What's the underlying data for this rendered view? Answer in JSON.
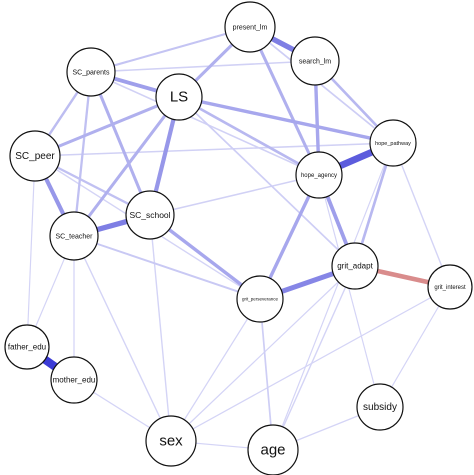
{
  "network": {
    "nodes": [
      {
        "id": "present_lm",
        "label": "present_lm"
      },
      {
        "id": "search_lm",
        "label": "search_lm"
      },
      {
        "id": "SC_parents",
        "label": "SC_parents"
      },
      {
        "id": "LS",
        "label": "LS"
      },
      {
        "id": "SC_peer",
        "label": "SC_peer"
      },
      {
        "id": "hope_pathway",
        "label": "hope_pathway"
      },
      {
        "id": "hope_agency",
        "label": "hope_agency"
      },
      {
        "id": "SC_teacher",
        "label": "SC_teacher"
      },
      {
        "id": "SC_school",
        "label": "SC_school"
      },
      {
        "id": "grit_adapt",
        "label": "grit_adapt"
      },
      {
        "id": "grit_interest",
        "label": "grit_interest"
      },
      {
        "id": "grit_perseverance",
        "label": "grit_perseverance"
      },
      {
        "id": "father_edu",
        "label": "father_edu"
      },
      {
        "id": "mother_edu",
        "label": "mother_edu"
      },
      {
        "id": "subsidy",
        "label": "subsidy"
      },
      {
        "id": "sex",
        "label": "sex"
      },
      {
        "id": "age",
        "label": "age"
      }
    ],
    "edges": [
      {
        "source": "father_edu",
        "target": "mother_edu",
        "weight": 1.0,
        "sign": "positive"
      },
      {
        "source": "hope_pathway",
        "target": "hope_agency",
        "weight": 0.8,
        "sign": "positive"
      },
      {
        "source": "present_lm",
        "target": "search_lm",
        "weight": 0.6,
        "sign": "positive"
      },
      {
        "source": "SC_teacher",
        "target": "SC_school",
        "weight": 0.6,
        "sign": "positive"
      },
      {
        "source": "grit_adapt",
        "target": "grit_perseverance",
        "weight": 0.55,
        "sign": "positive"
      },
      {
        "source": "grit_adapt",
        "target": "grit_interest",
        "weight": 0.5,
        "sign": "negative"
      },
      {
        "source": "SC_peer",
        "target": "SC_teacher",
        "weight": 0.45,
        "sign": "positive"
      },
      {
        "source": "LS",
        "target": "SC_school",
        "weight": 0.45,
        "sign": "positive"
      },
      {
        "source": "SC_parents",
        "target": "LS",
        "weight": 0.4,
        "sign": "positive"
      },
      {
        "source": "hope_agency",
        "target": "grit_adapt",
        "weight": 0.4,
        "sign": "positive"
      },
      {
        "source": "search_lm",
        "target": "hope_agency",
        "weight": 0.35,
        "sign": "positive"
      },
      {
        "source": "LS",
        "target": "hope_pathway",
        "weight": 0.35,
        "sign": "positive"
      },
      {
        "source": "hope_agency",
        "target": "grit_perseverance",
        "weight": 0.35,
        "sign": "positive"
      },
      {
        "source": "SC_school",
        "target": "grit_perseverance",
        "weight": 0.35,
        "sign": "positive"
      },
      {
        "source": "LS",
        "target": "SC_peer",
        "weight": 0.3,
        "sign": "positive"
      },
      {
        "source": "SC_parents",
        "target": "SC_school",
        "weight": 0.3,
        "sign": "positive"
      },
      {
        "source": "LS",
        "target": "SC_teacher",
        "weight": 0.3,
        "sign": "positive"
      },
      {
        "source": "present_lm",
        "target": "LS",
        "weight": 0.3,
        "sign": "positive"
      },
      {
        "source": "present_lm",
        "target": "hope_agency",
        "weight": 0.3,
        "sign": "positive"
      },
      {
        "source": "search_lm",
        "target": "hope_pathway",
        "weight": 0.25,
        "sign": "positive"
      },
      {
        "source": "hope_pathway",
        "target": "grit_adapt",
        "weight": 0.25,
        "sign": "positive"
      },
      {
        "source": "LS",
        "target": "hope_agency",
        "weight": 0.25,
        "sign": "positive"
      },
      {
        "source": "SC_parents",
        "target": "SC_peer",
        "weight": 0.22,
        "sign": "positive"
      },
      {
        "source": "SC_parents",
        "target": "SC_teacher",
        "weight": 0.2,
        "sign": "positive"
      },
      {
        "source": "SC_peer",
        "target": "SC_school",
        "weight": 0.2,
        "sign": "positive"
      },
      {
        "source": "present_lm",
        "target": "SC_parents",
        "weight": 0.18,
        "sign": "positive"
      },
      {
        "source": "SC_teacher",
        "target": "grit_perseverance",
        "weight": 0.15,
        "sign": "positive"
      },
      {
        "source": "grit_perseverance",
        "target": "age",
        "weight": 0.12,
        "sign": "positive"
      },
      {
        "source": "SC_teacher",
        "target": "sex",
        "weight": 0.08,
        "sign": "positive"
      },
      {
        "source": "SC_school",
        "target": "sex",
        "weight": 0.08,
        "sign": "positive"
      },
      {
        "source": "grit_adapt",
        "target": "sex",
        "weight": 0.06,
        "sign": "positive"
      },
      {
        "source": "grit_interest",
        "target": "sex",
        "weight": 0.06,
        "sign": "positive"
      },
      {
        "source": "grit_adapt",
        "target": "age",
        "weight": 0.08,
        "sign": "positive"
      },
      {
        "source": "hope_agency",
        "target": "subsidy",
        "weight": 0.05,
        "sign": "positive"
      },
      {
        "source": "mother_edu",
        "target": "sex",
        "weight": 0.06,
        "sign": "positive"
      },
      {
        "source": "mother_edu",
        "target": "SC_teacher",
        "weight": 0.06,
        "sign": "positive"
      },
      {
        "source": "father_edu",
        "target": "SC_peer",
        "weight": 0.05,
        "sign": "positive"
      },
      {
        "source": "subsidy",
        "target": "age",
        "weight": 0.06,
        "sign": "positive"
      },
      {
        "source": "sex",
        "target": "age",
        "weight": 0.05,
        "sign": "positive"
      },
      {
        "source": "SC_peer",
        "target": "grit_perseverance",
        "weight": 0.08,
        "sign": "positive"
      },
      {
        "source": "SC_parents",
        "target": "hope_agency",
        "weight": 0.1,
        "sign": "positive"
      },
      {
        "source": "present_lm",
        "target": "hope_pathway",
        "weight": 0.12,
        "sign": "positive"
      },
      {
        "source": "search_lm",
        "target": "SC_parents",
        "weight": 0.1,
        "sign": "positive"
      },
      {
        "source": "SC_peer",
        "target": "hope_pathway",
        "weight": 0.1,
        "sign": "positive"
      },
      {
        "source": "hope_pathway",
        "target": "grit_interest",
        "weight": 0.08,
        "sign": "positive"
      },
      {
        "source": "LS",
        "target": "grit_adapt",
        "weight": 0.12,
        "sign": "positive"
      },
      {
        "source": "SC_school",
        "target": "hope_agency",
        "weight": 0.1,
        "sign": "positive"
      },
      {
        "source": "grit_perseverance",
        "target": "sex",
        "weight": 0.06,
        "sign": "positive"
      },
      {
        "source": "hope_pathway",
        "target": "age",
        "weight": 0.05,
        "sign": "positive"
      },
      {
        "source": "father_edu",
        "target": "SC_teacher",
        "weight": 0.05,
        "sign": "positive"
      },
      {
        "source": "grit_interest",
        "target": "subsidy",
        "weight": 0.05,
        "sign": "positive"
      }
    ],
    "colors": {
      "positive": "#3b3bd6",
      "negative": "#d98c8c",
      "node_fill": "#ffffff",
      "node_stroke": "#111111"
    }
  }
}
